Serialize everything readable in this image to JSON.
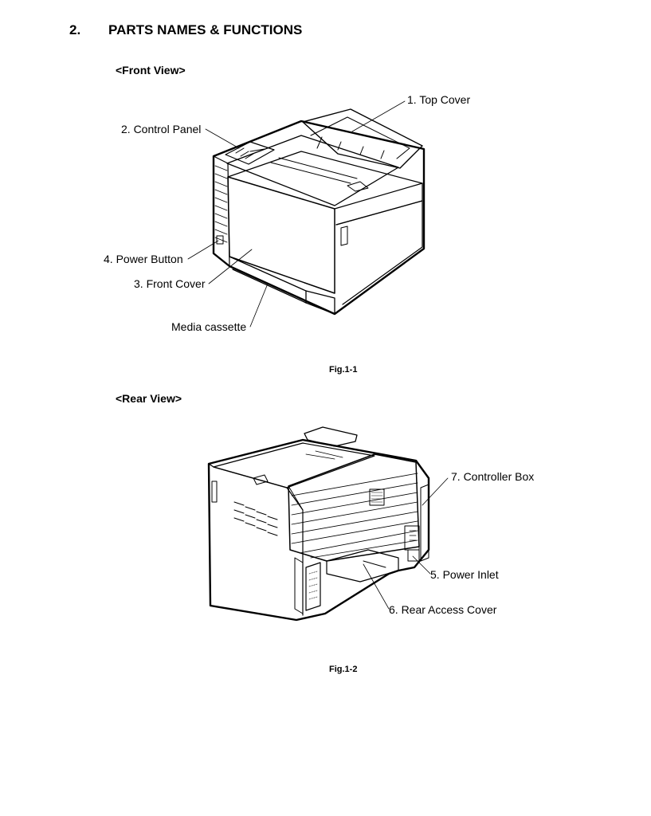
{
  "section": {
    "number": "2.",
    "title": "PARTS NAMES & FUNCTIONS"
  },
  "front_view": {
    "heading": "<Front View>",
    "callouts": {
      "top_cover": "1. Top Cover",
      "control_panel": "2. Control Panel",
      "front_cover": "3. Front Cover",
      "power_button": "4. Power Button",
      "media_cassette": "Media cassette"
    },
    "caption": "Fig.1-1"
  },
  "rear_view": {
    "heading": "<Rear View>",
    "callouts": {
      "power_inlet": "5. Power Inlet",
      "rear_access_cover": "6. Rear Access Cover",
      "controller_box": "7. Controller Box"
    },
    "caption": "Fig.1-2"
  }
}
